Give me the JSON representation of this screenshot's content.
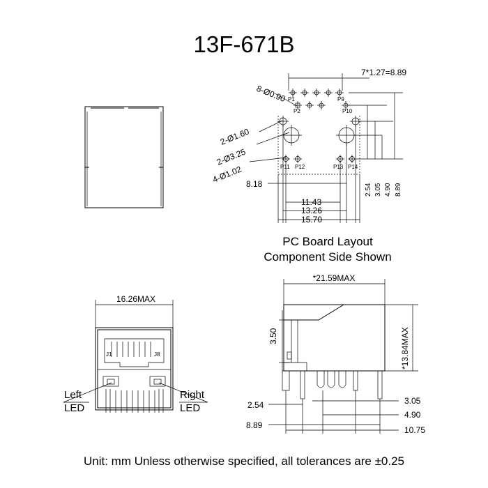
{
  "title": "13F-671B",
  "board_layout": {
    "caption_line1": "PC Board Layout",
    "caption_line2": "Component Side Shown",
    "pitch_label": "7*1.27=8.89",
    "hole_labels": [
      "8-Ø0.90",
      "2-Ø1.60",
      "2-Ø3.25",
      "4-Ø1.02",
      "8.18"
    ],
    "pin_labels": [
      "P1",
      "P2",
      "P9",
      "P10",
      "P11",
      "P12",
      "P13",
      "P14"
    ],
    "h_dims": [
      "11.43",
      "13.26",
      "15.70"
    ],
    "v_dims": [
      "2.54",
      "3.05",
      "4.90",
      "8.89"
    ]
  },
  "front_view": {
    "width_label": "16.26MAX",
    "j1": "J1",
    "j8": "J8",
    "left_led_1": "Left",
    "left_led_2": "LED",
    "right_led_1": "Right",
    "right_led_2": "LED"
  },
  "side_view": {
    "length_label": "*21.59MAX",
    "height_label": "*13.84MAX",
    "pin_height_label": "3.50",
    "dims": [
      "2.54",
      "3.05",
      "4.90",
      "8.89",
      "10.75"
    ]
  },
  "footer": "Unit: mm Unless otherwise specified, all tolerances are ±0.25"
}
